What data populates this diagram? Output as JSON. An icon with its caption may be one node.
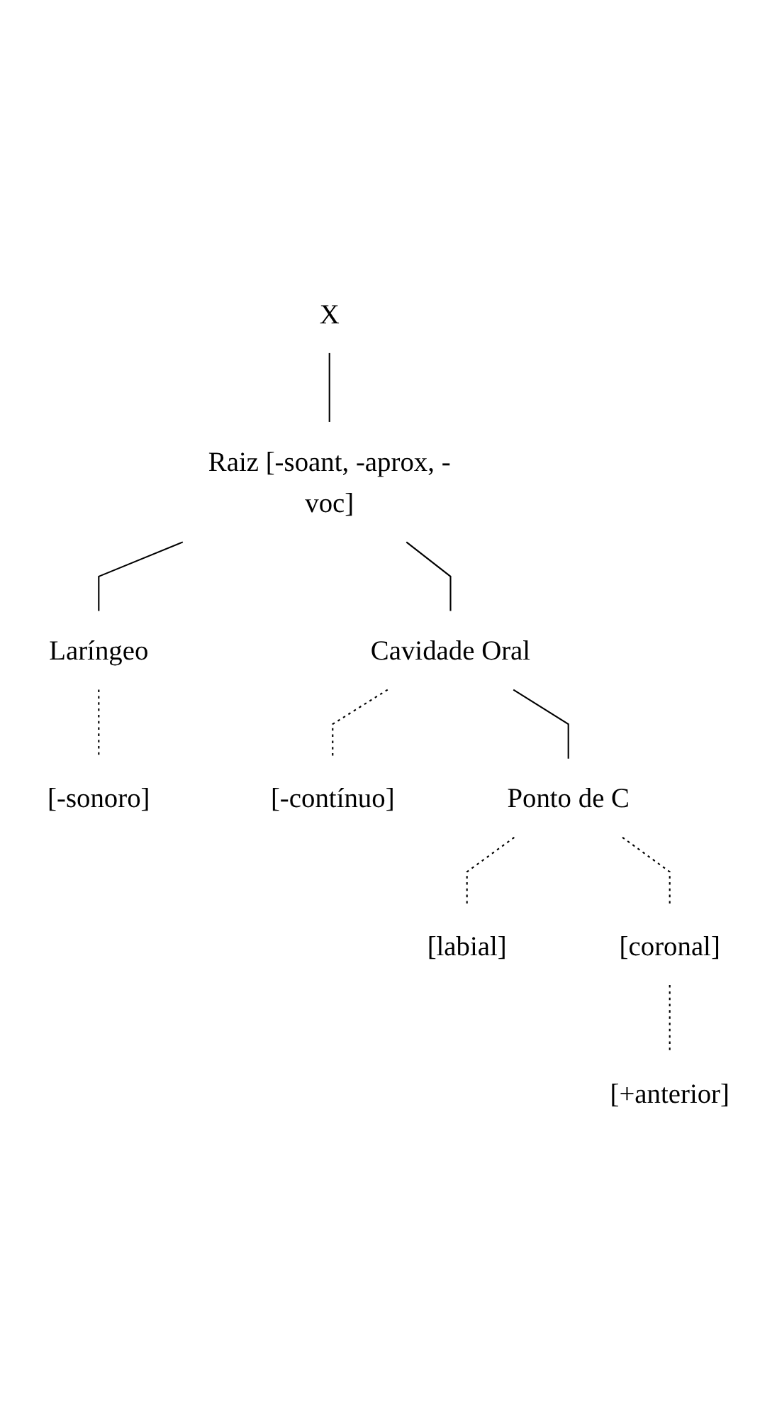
{
  "diagram": {
    "nodes": [
      {
        "text": [
          "X"
        ]
      },
      {
        "text": [
          "Raiz [-soant, -aprox, -voc]"
        ]
      },
      {
        "text": [
          "Laríngeo"
        ]
      },
      {
        "text": [
          "[-sonoro]"
        ]
      },
      {
        "text": [
          "Cavidade Oral"
        ]
      },
      {
        "text": [
          "[-contínuo]"
        ]
      },
      {
        "text": [
          "Ponto de C"
        ]
      },
      {
        "text": [
          "[labial]"
        ]
      },
      {
        "text": [
          "[coronal]"
        ]
      },
      {
        "text": [
          "[+anterior]"
        ]
      }
    ],
    "edges": [
      {
        "from": 0,
        "to": 1,
        "arrow": "none"
      },
      {
        "from": 1,
        "to": 2,
        "arrow": "none"
      },
      {
        "from": 1,
        "to": 4,
        "arrow": "none"
      },
      {
        "from": 2,
        "to": 3,
        "arrow": "none",
        "style": "dashed"
      },
      {
        "from": 4,
        "to": 5,
        "arrow": "none",
        "style": "dashed"
      },
      {
        "from": 4,
        "to": 6,
        "arrow": "none"
      },
      {
        "from": 6,
        "to": 7,
        "arrow": "none",
        "style": "dashed"
      },
      {
        "from": 6,
        "to": 8,
        "arrow": "none",
        "style": "dashed"
      },
      {
        "from": 8,
        "to": 9,
        "arrow": "none",
        "style": "dashed"
      }
    ]
  }
}
